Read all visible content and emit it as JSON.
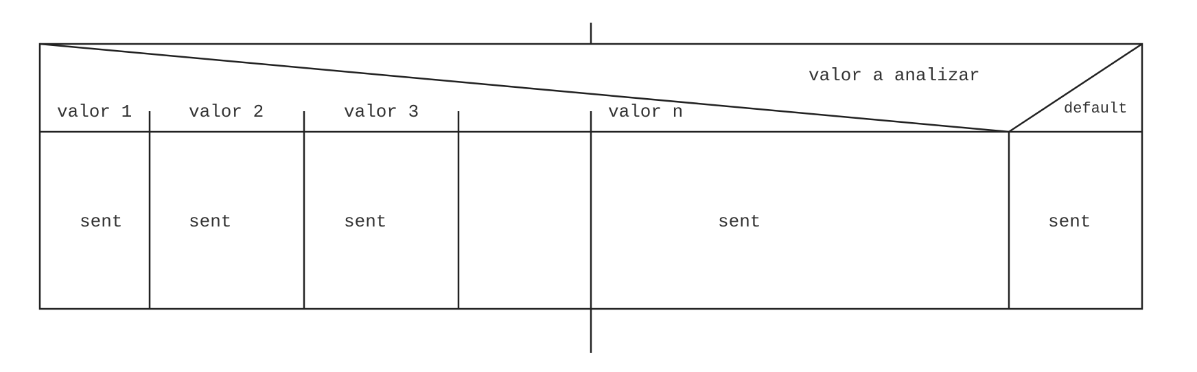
{
  "diagram": {
    "selector_label": "valor a analizar",
    "default_label": "default",
    "cases": [
      {
        "label": "valor 1",
        "body": "sent"
      },
      {
        "label": "valor 2",
        "body": "sent"
      },
      {
        "label": "valor 3",
        "body": "sent"
      },
      {
        "label": "",
        "body": ""
      },
      {
        "label": "valor n",
        "body": "sent"
      }
    ],
    "default_body": "sent"
  }
}
